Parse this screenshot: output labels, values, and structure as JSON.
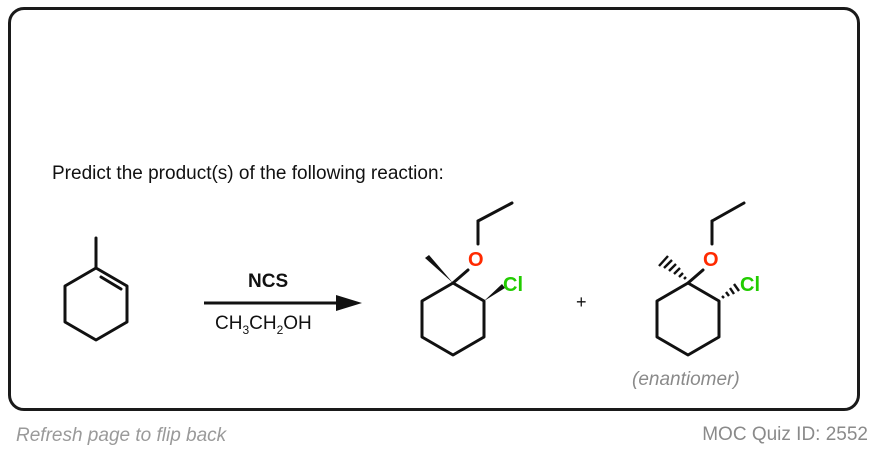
{
  "card": {
    "question": "Predict the product(s) of the following reaction:"
  },
  "reaction": {
    "reagent": "NCS",
    "solvent_parts": [
      "CH",
      "3",
      "CH",
      "2",
      "OH"
    ],
    "plus": "+",
    "enantiomer_label": "(enantiomer)",
    "atoms": {
      "oxygen": "O",
      "chlorine": "Cl"
    },
    "colors": {
      "oxygen": "#ff2a00",
      "chlorine": "#22cc00",
      "bond": "#111111"
    }
  },
  "footer": {
    "flip_hint": "Refresh page to flip back",
    "quiz_id": "MOC Quiz ID: 2552"
  }
}
